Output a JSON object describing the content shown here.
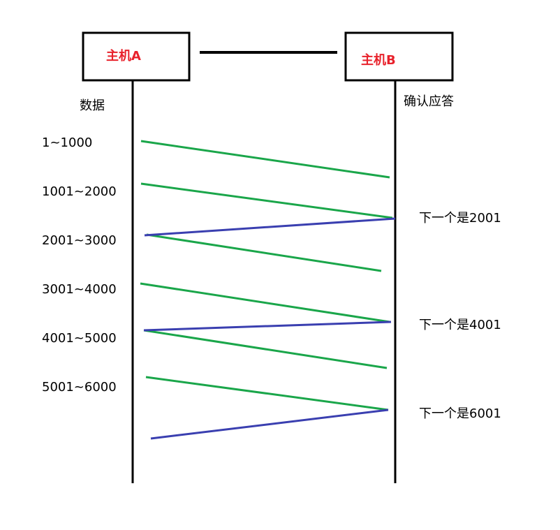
{
  "colors": {
    "host_label": "#e8212b",
    "data_arrow": "#1aa64a",
    "ack_arrow": "#3a3fb0",
    "line": "#000000"
  },
  "hosts": {
    "a_label": "主机A",
    "b_label": "主机B"
  },
  "columns": {
    "data_header": "数据",
    "ack_header": "确认应答"
  },
  "segments": [
    {
      "label": "1~1000"
    },
    {
      "label": "1001~2000"
    },
    {
      "label": "2001~3000"
    },
    {
      "label": "3001~4000"
    },
    {
      "label": "4001~5000"
    },
    {
      "label": "5001~6000"
    }
  ],
  "acks": [
    {
      "label": "下一个是2001"
    },
    {
      "label": "下一个是4001"
    },
    {
      "label": "下一个是6001"
    }
  ]
}
